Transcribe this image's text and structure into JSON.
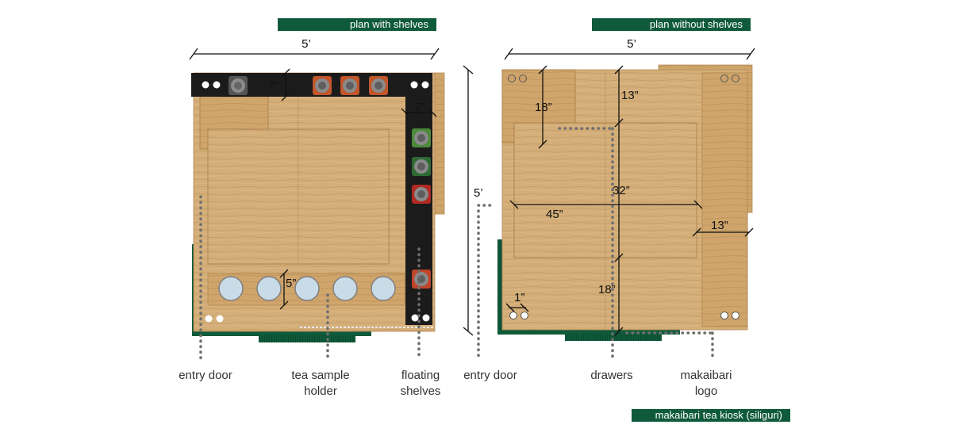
{
  "tags": {
    "plan_with_shelves": "plan with shelves",
    "plan_without_shelves": "plan without shelves",
    "project": "makaibari tea kiosk (siliguri)"
  },
  "left_plan": {
    "width_dim": "5’",
    "shelf_dim_top": "7”",
    "shelf_dim_right": "7”",
    "holder_dim": "5”"
  },
  "right_plan": {
    "width_dim": "5’",
    "height_dim": "5’",
    "dim_18_top": "18”",
    "dim_13_top": "13”",
    "dim_32": "32”",
    "dim_45": "45”",
    "dim_13_right": "13”",
    "dim_18_bottom": "18”",
    "dim_1": "1”"
  },
  "labels": {
    "entry_door_left": "entry door",
    "tea_sample_holder_1": "tea sample",
    "tea_sample_holder_2": "holder",
    "floating_shelves_1": "floating",
    "floating_shelves_2": "shelves",
    "entry_door_right": "entry door",
    "drawers": "drawers",
    "makaibari_logo_1": "makaibari",
    "makaibari_logo_2": "logo"
  },
  "colors": {
    "wood": "#d4ae78",
    "wood_dark": "#c39a62",
    "shelf_black": "#1b1b1b",
    "brand_green": "#0f5a3a",
    "leader_grey": "#6f6f6f"
  }
}
